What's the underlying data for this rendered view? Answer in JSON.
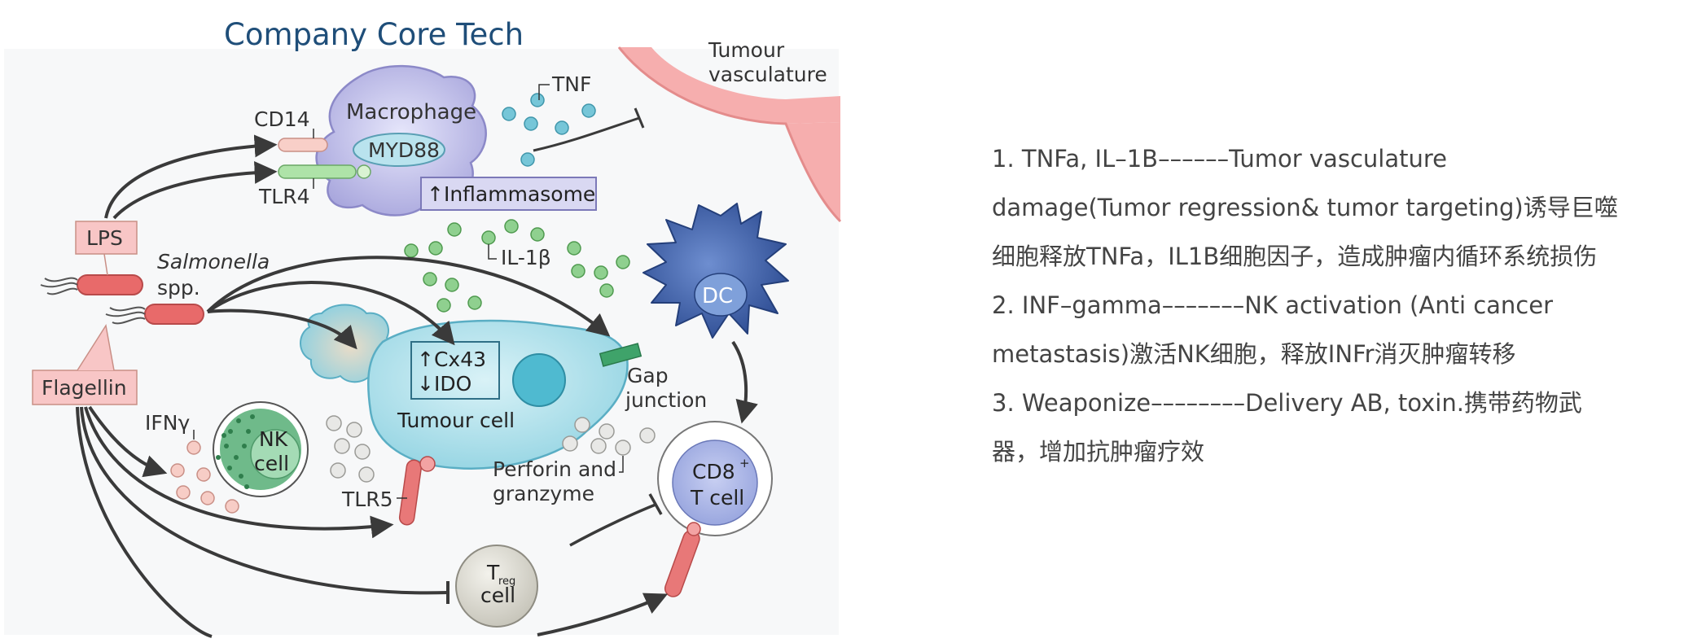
{
  "title": "Company Core Tech",
  "colors": {
    "title": "#1f4e79",
    "text": "#333333",
    "macrophage": "#c7c6ec",
    "tumour_cell": "#aee0ea",
    "dc": "#3b5fa8",
    "nk": "#6fba8a",
    "treg": "#d8d6cc",
    "cd8": "#cfd5f2",
    "vasculature": "#f6aeae",
    "label_box_pink": "#f8c6c6",
    "arrow": "#3a3a3a",
    "note_text": "#444444"
  },
  "diagram": {
    "labels": {
      "tumour_vasculature_1": "Tumour",
      "tumour_vasculature_2": "vasculature",
      "tnf": "TNF",
      "macrophage": "Macrophage",
      "cd14": "CD14",
      "myd88": "MYD88",
      "tlr4": "TLR4",
      "inflammasome": "↑Inflammasome",
      "lps": "LPS",
      "salmonella": "Salmonella",
      "spp": "spp.",
      "il1b": "IL-1β",
      "dc": "DC",
      "cx43": "↑Cx43",
      "ido": "↓IDO",
      "tumour_cell": "Tumour cell",
      "gap_junction_1": "Gap",
      "gap_junction_2": "junction",
      "flagellin": "Flagellin",
      "ifng": "IFNγ",
      "nk_1": "NK",
      "nk_2": "cell",
      "tlr5": "TLR5",
      "perforin_1": "Perforin and",
      "perforin_2": "granzyme",
      "cd8_1": "CD8",
      "cd8_sup": "+",
      "cd8_2": "T cell",
      "treg_t": "T",
      "treg_sub": "reg",
      "treg_cell": "cell"
    }
  },
  "notes": [
    "1. TNFa, IL–1B––––––Tumor vasculature",
    "damage(Tumor regression& tumor targeting)诱导巨噬",
    "细胞释放TNFa，IL1B细胞因子，造成肿瘤内循环系统损伤",
    "2. INF–gamma–––––––NK activation (Anti cancer",
    "metastasis)激活NK细胞，释放INFr消灭肿瘤转移",
    "3. Weaponize––––––––Delivery AB, toxin.携带药物武",
    "器，增加抗肿瘤疗效"
  ]
}
